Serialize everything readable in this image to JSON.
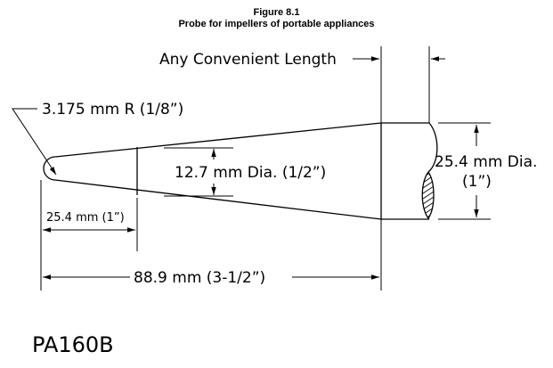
{
  "figure": {
    "title": "Figure 8.1",
    "subtitle": "Probe for impellers of portable appliances"
  },
  "labels": {
    "any_length": "Any Convenient Length",
    "tip_radius": "3.175 mm R (1/8”)",
    "mid_diameter": "12.7 mm Dia. (1/2”)",
    "shank_diameter_mm": "25.4 mm Dia.",
    "shank_diameter_in": "(1”)",
    "tip_length": "25.4 mm (1”)",
    "total_length": "88.9 mm (3-1/2”)",
    "drawing_code": "PA160B"
  }
}
